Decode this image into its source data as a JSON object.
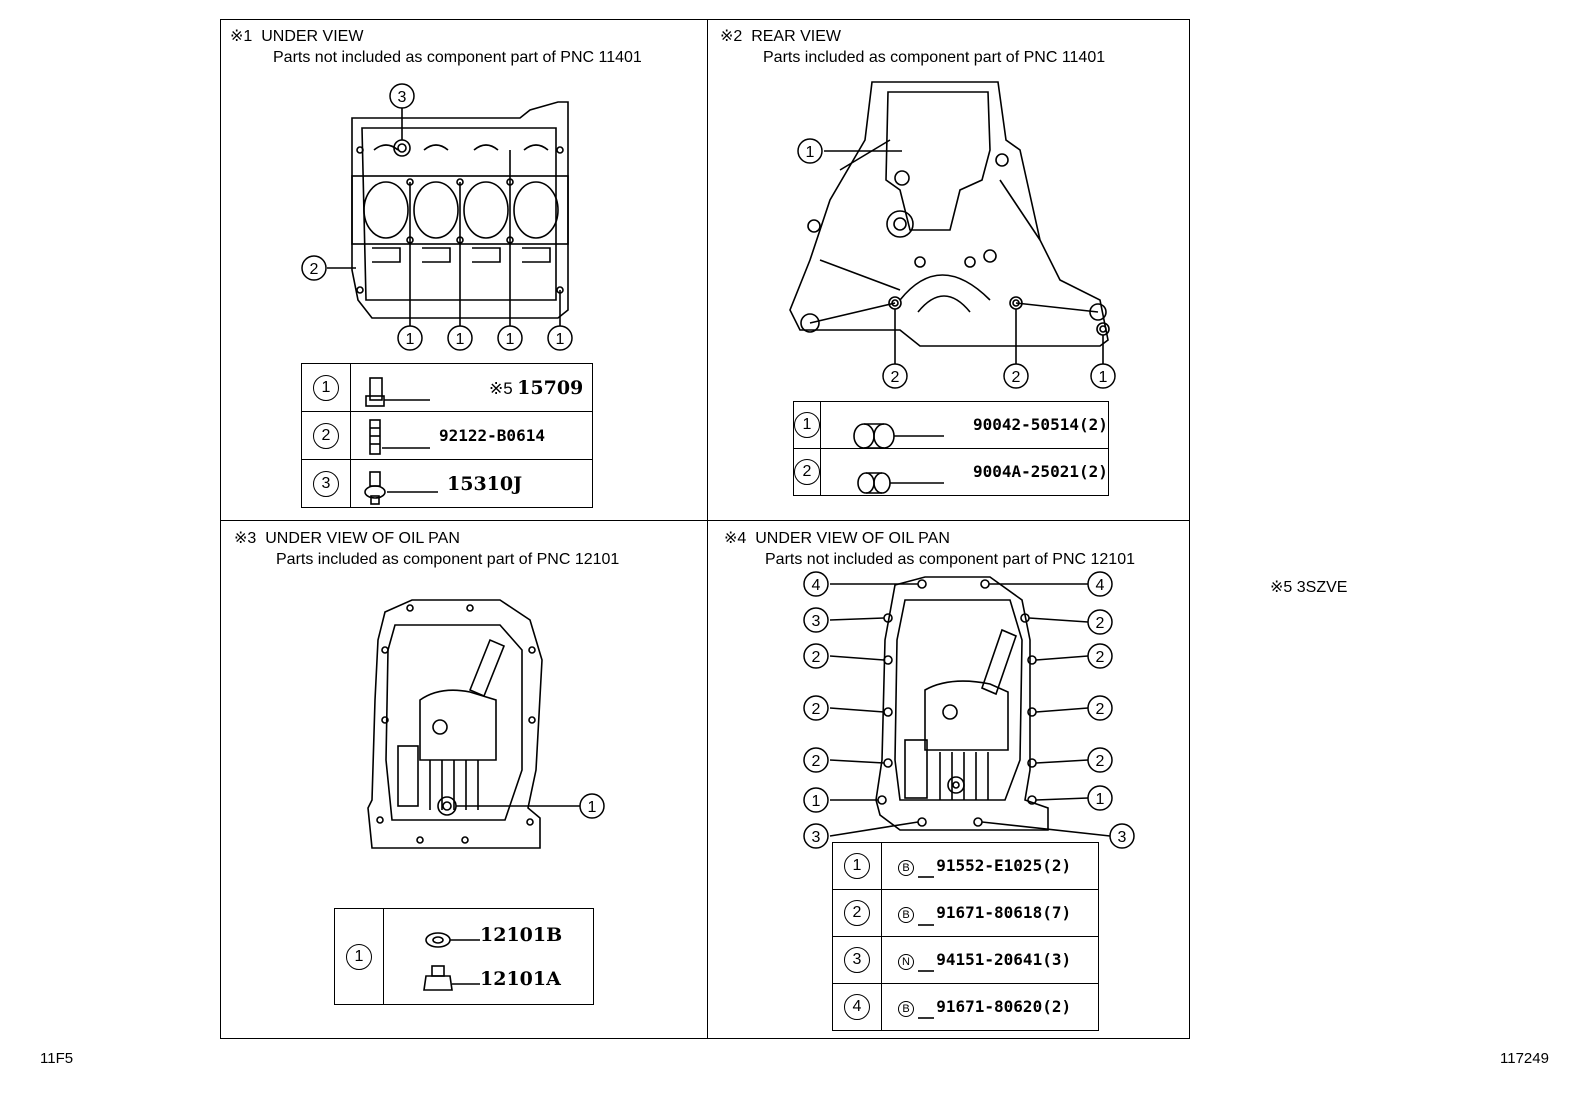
{
  "panels": [
    {
      "marker": "※1",
      "title": "UNDER VIEW",
      "subtitle": "Parts not included as component part of PNC 11401"
    },
    {
      "marker": "※2",
      "title": "REAR VIEW",
      "subtitle": "Parts included as component part of PNC 11401"
    },
    {
      "marker": "※3",
      "title": "UNDER VIEW OF OIL PAN",
      "subtitle": "Parts included as component part of PNC 12101"
    },
    {
      "marker": "※4",
      "title": "UNDER VIEW OF OIL PAN",
      "subtitle": "Parts not included as component part of PNC 12101"
    }
  ],
  "callout_labels": [
    "1",
    "2",
    "3",
    "4"
  ],
  "note": "※5 3SZVE",
  "table1": [
    {
      "ref": "1",
      "prefix": "※5",
      "part": "15709"
    },
    {
      "ref": "2",
      "prefix": "",
      "part": "92122-B0614"
    },
    {
      "ref": "3",
      "prefix": "",
      "part": "15310J"
    }
  ],
  "table2": [
    {
      "ref": "1",
      "part": "90042-50514(2)"
    },
    {
      "ref": "2",
      "part": "9004A-25021(2)"
    }
  ],
  "table3": {
    "ref": "1",
    "parts": [
      "12101B",
      "12101A"
    ]
  },
  "table4": [
    {
      "ref": "1",
      "mark": "B",
      "part": "91552-E1025(2)"
    },
    {
      "ref": "2",
      "mark": "B",
      "part": "91671-80618(7)"
    },
    {
      "ref": "3",
      "mark": "N",
      "part": "94151-20641(3)"
    },
    {
      "ref": "4",
      "mark": "B",
      "part": "91671-80620(2)"
    }
  ],
  "corner_left": "11F5",
  "corner_right": "117249"
}
